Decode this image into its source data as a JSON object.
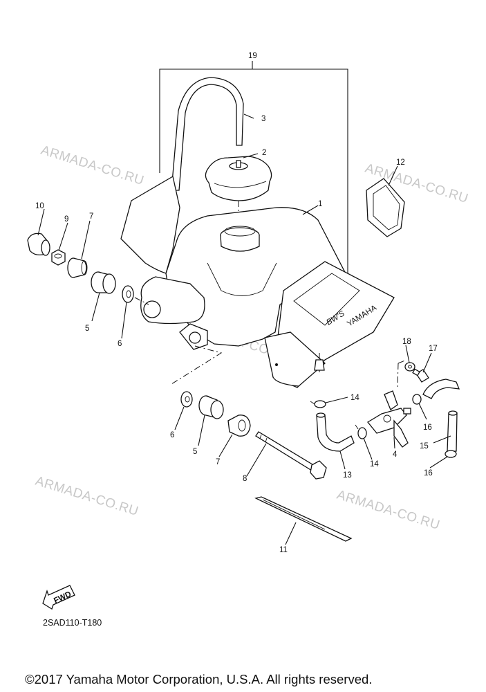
{
  "diagram": {
    "callouts": [
      {
        "id": "1",
        "label": "1"
      },
      {
        "id": "2",
        "label": "2"
      },
      {
        "id": "3",
        "label": "3"
      },
      {
        "id": "4",
        "label": "4"
      },
      {
        "id": "5a",
        "label": "5"
      },
      {
        "id": "5b",
        "label": "5"
      },
      {
        "id": "6a",
        "label": "6"
      },
      {
        "id": "6b",
        "label": "6"
      },
      {
        "id": "7a",
        "label": "7"
      },
      {
        "id": "7b",
        "label": "7"
      },
      {
        "id": "8",
        "label": "8"
      },
      {
        "id": "9",
        "label": "9"
      },
      {
        "id": "10",
        "label": "10"
      },
      {
        "id": "11",
        "label": "11"
      },
      {
        "id": "12",
        "label": "12"
      },
      {
        "id": "13",
        "label": "13"
      },
      {
        "id": "14a",
        "label": "14"
      },
      {
        "id": "14b",
        "label": "14"
      },
      {
        "id": "15",
        "label": "15"
      },
      {
        "id": "16a",
        "label": "16"
      },
      {
        "id": "16b",
        "label": "16"
      },
      {
        "id": "17",
        "label": "17"
      },
      {
        "id": "18",
        "label": "18"
      },
      {
        "id": "19",
        "label": "19"
      }
    ],
    "watermark_text": "ARMADA-CO.RU",
    "fwd_label": "FWD",
    "tank_decal_text": "BW'S",
    "tank_decal_brand": "YAMAHA",
    "diagram_code": "2SAD110-T180"
  },
  "footer": {
    "copyright": "©2017 Yamaha Motor Corporation, U.S.A. All rights reserved."
  },
  "colors": {
    "ink": "#111111",
    "watermark": "#c8c8c8",
    "background": "#ffffff"
  }
}
